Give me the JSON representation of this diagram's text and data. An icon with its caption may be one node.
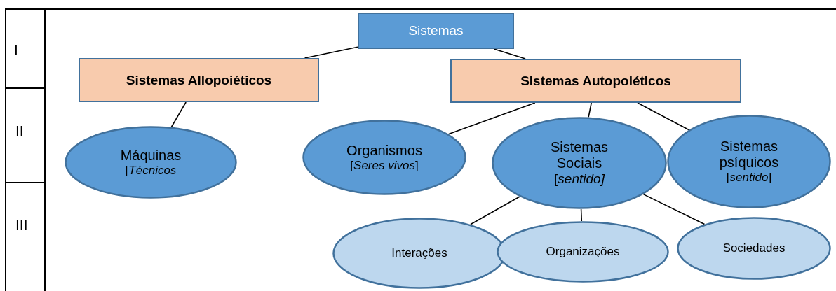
{
  "diagram": {
    "nodes": [
      {
        "text": [
          "Sistemas"
        ]
      },
      {
        "text": [
          "Sistemas Allopoiéticos"
        ]
      },
      {
        "text": [
          "Sistemas Autopoiéticos"
        ]
      },
      {
        "text": [
          "Máquinas",
          "[*Técnicos*"
        ]
      },
      {
        "text": [
          "Organismos",
          "[*Seres vivos*]"
        ]
      },
      {
        "text": [
          "Sistemas Sociais",
          "[*sentido]*"
        ]
      },
      {
        "text": [
          "Sistemas psíquicos",
          "[*sentido*]"
        ]
      },
      {
        "text": [
          "Interações"
        ]
      },
      {
        "text": [
          "Organizações"
        ]
      },
      {
        "text": [
          "Sociedades"
        ]
      }
    ],
    "edges": [
      {
        "from": 0,
        "to": 1,
        "arrow": "none"
      },
      {
        "from": 0,
        "to": 2,
        "arrow": "none"
      },
      {
        "from": 1,
        "to": 3,
        "arrow": "none"
      },
      {
        "from": 2,
        "to": 4,
        "arrow": "none"
      },
      {
        "from": 2,
        "to": 5,
        "arrow": "none"
      },
      {
        "from": 2,
        "to": 6,
        "arrow": "none"
      },
      {
        "from": 5,
        "to": 7,
        "arrow": "none"
      },
      {
        "from": 5,
        "to": 8,
        "arrow": "none"
      },
      {
        "from": 5,
        "to": 9,
        "arrow": "none"
      }
    ],
    "labels": [
      "I",
      "II",
      "III"
    ]
  }
}
